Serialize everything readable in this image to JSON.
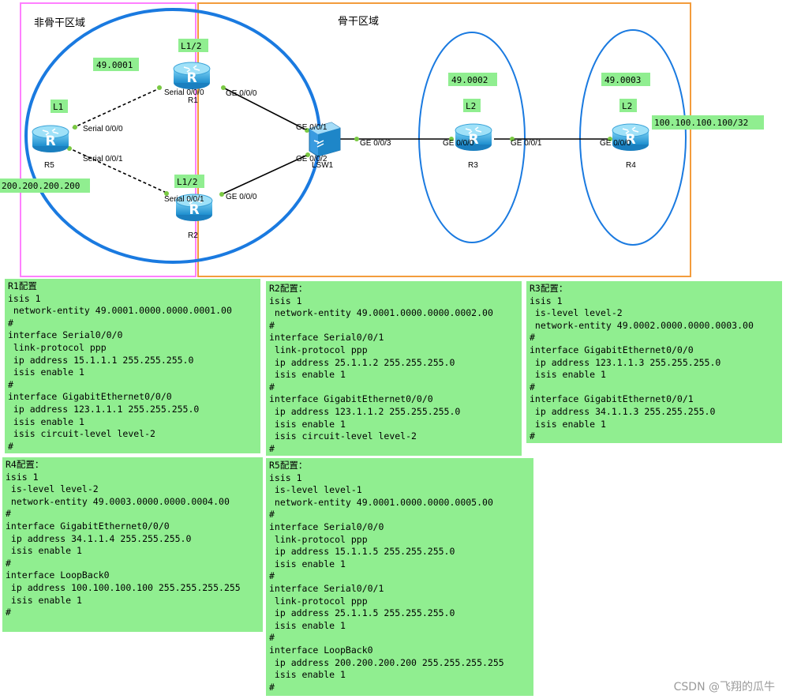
{
  "areas": {
    "non_backbone": "非骨干区域",
    "backbone": "骨干区域"
  },
  "colors": {
    "non_backbone_border": "#ff80ff",
    "backbone_border": "#f39c3c",
    "ellipse": "#1a7ae0",
    "tag_bg": "#90ee90",
    "config_bg": "#90ee90"
  },
  "area_tags": {
    "area1": "49.0001",
    "area2": "49.0002",
    "area3": "49.0003"
  },
  "routers": {
    "r1": {
      "name": "R1",
      "level": "L1/2"
    },
    "r2": {
      "name": "R2",
      "level": "L1/2"
    },
    "r3": {
      "name": "R3",
      "level": "L2"
    },
    "r4": {
      "name": "R4",
      "level": "L2"
    },
    "r5": {
      "name": "R5",
      "level": "L1"
    },
    "sw": {
      "name": "LSW1"
    }
  },
  "interfaces": {
    "r1_s000": "Serial 0/0/0",
    "r1_ge000": "GE 0/0/0",
    "r2_s001": "Serial 0/0/1",
    "r2_ge000": "GE 0/0/0",
    "r5_s000": "Serial 0/0/0",
    "r5_s001": "Serial 0/0/1",
    "sw_ge001": "GE 0/0/1",
    "sw_ge002": "GE 0/0/2",
    "sw_ge003": "GE 0/0/3",
    "r3_ge000": "GE 0/0/0",
    "r3_ge001": "GE 0/0/1",
    "r4_ge000": "GE 0/0/0"
  },
  "networks": {
    "r4_loopback": "100.100.100.100/32",
    "r5_loopback": "200.200.200.200"
  },
  "configs": {
    "r1": {
      "title": "R1配置",
      "lines": [
        "isis 1",
        " network-entity 49.0001.0000.0000.0001.00",
        "#",
        "interface Serial0/0/0",
        " link-protocol ppp",
        " ip address 15.1.1.1 255.255.255.0",
        " isis enable 1",
        "#",
        "interface GigabitEthernet0/0/0",
        " ip address 123.1.1.1 255.255.255.0",
        " isis enable 1",
        " isis circuit-level level-2",
        "#"
      ]
    },
    "r2": {
      "title": "R2配置：",
      "lines": [
        "isis 1",
        " network-entity 49.0001.0000.0000.0002.00",
        "#",
        "interface Serial0/0/1",
        " link-protocol ppp",
        " ip address 25.1.1.2 255.255.255.0",
        " isis enable 1",
        "#",
        "interface GigabitEthernet0/0/0",
        " ip address 123.1.1.2 255.255.255.0",
        " isis enable 1",
        " isis circuit-level level-2",
        "#"
      ]
    },
    "r3": {
      "title": "R3配置：",
      "lines": [
        "isis 1",
        " is-level level-2",
        " network-entity 49.0002.0000.0000.0003.00",
        "#",
        "interface GigabitEthernet0/0/0",
        " ip address 123.1.1.3 255.255.255.0",
        " isis enable 1",
        "#",
        "interface GigabitEthernet0/0/1",
        " ip address 34.1.1.3 255.255.255.0",
        " isis enable 1",
        "#"
      ]
    },
    "r4": {
      "title": "R4配置：",
      "lines": [
        "isis 1",
        " is-level level-2",
        " network-entity 49.0003.0000.0000.0004.00",
        "#",
        "interface GigabitEthernet0/0/0",
        " ip address 34.1.1.4 255.255.255.0",
        " isis enable 1",
        "#",
        "interface LoopBack0",
        " ip address 100.100.100.100 255.255.255.255",
        " isis enable 1",
        "#"
      ]
    },
    "r5": {
      "title": "R5配置：",
      "lines": [
        "isis 1",
        " is-level level-1",
        " network-entity 49.0001.0000.0000.0005.00",
        "#",
        "interface Serial0/0/0",
        " link-protocol ppp",
        " ip address 15.1.1.5 255.255.255.0",
        " isis enable 1",
        "#",
        "interface Serial0/0/1",
        " link-protocol ppp",
        " ip address 25.1.1.5 255.255.255.0",
        " isis enable 1",
        "#",
        "interface LoopBack0",
        " ip address 200.200.200.200 255.255.255.255",
        " isis enable 1",
        "#"
      ]
    }
  },
  "watermark": "CSDN @飞翔的瓜牛"
}
